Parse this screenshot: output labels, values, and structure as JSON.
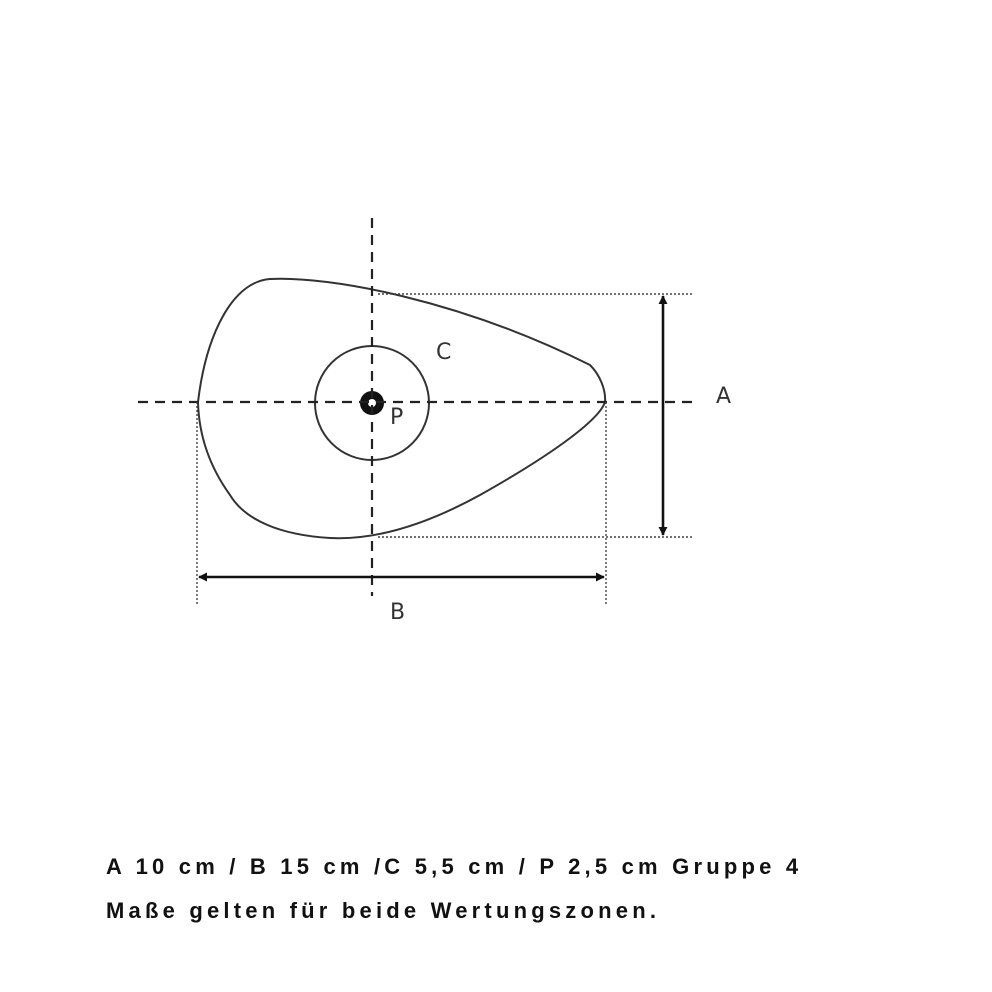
{
  "labels": {
    "a": "A",
    "b": "B",
    "c": "C",
    "p": "P"
  },
  "caption": {
    "line1": "A 10 cm / B 15 cm /C 5,5 cm / P 2,5 cm Gruppe 4",
    "line2": "Maße gelten für beide Wertungszonen."
  },
  "colors": {
    "stroke": "#222222",
    "text": "#111111"
  }
}
